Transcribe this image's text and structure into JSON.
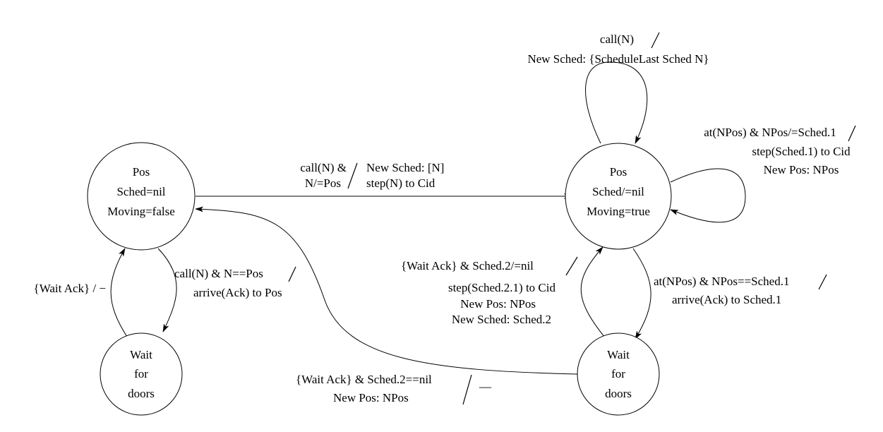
{
  "states": {
    "idle": {
      "lines": [
        "Pos",
        "Sched=nil",
        "Moving=false"
      ]
    },
    "moving": {
      "lines": [
        "Pos",
        "Sched/=nil",
        "Moving=true"
      ]
    },
    "wait_left": {
      "lines": [
        "Wait",
        "for",
        "doors"
      ]
    },
    "wait_right": {
      "lines": [
        "Wait",
        "for",
        "doors"
      ]
    }
  },
  "transitions": {
    "self_call": {
      "event": "call(N)",
      "action": "New Sched: {ScheduleLast Sched N}"
    },
    "self_step": {
      "event": "at(NPos) & NPos/=Sched.1",
      "action1": "step(Sched.1) to Cid",
      "action2": "New Pos: NPos"
    },
    "start": {
      "event1": "call(N) &",
      "event2": "N/=Pos",
      "action1": "New Sched: [N]",
      "action2": "step(N) to Cid"
    },
    "arrive_here": {
      "event": "call(N) & N==Pos",
      "action": "arrive(Ack) to Pos"
    },
    "ack_left": {
      "label": "{Wait Ack} / −"
    },
    "arrive_sched": {
      "event": "at(NPos) & NPos==Sched.1",
      "action": "arrive(Ack) to Sched.1"
    },
    "continue": {
      "event": "{Wait Ack} & Sched.2/=nil",
      "action1": "step(Sched.2.1) to Cid",
      "action2": "New Pos: NPos",
      "action3": "New Sched: Sched.2"
    },
    "finish": {
      "event": "{Wait Ack} & Sched.2==nil",
      "action": "New Pos: NPos",
      "output": "—"
    }
  }
}
